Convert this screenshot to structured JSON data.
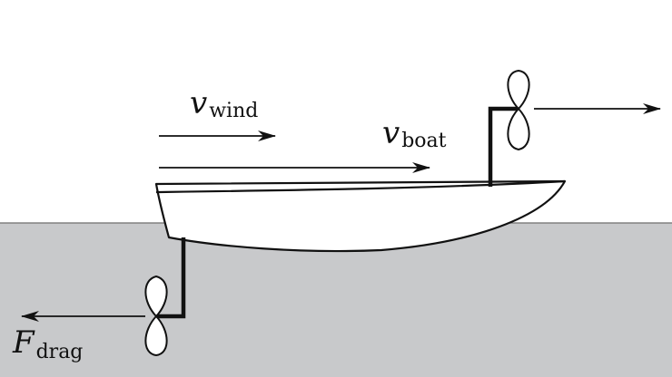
{
  "colors": {
    "water": "#c8c9cb",
    "sky": "#ffffff",
    "ink": "#111111"
  },
  "labels": {
    "v_wind": {
      "symbol": "v",
      "subscript": "wind"
    },
    "v_boat": {
      "symbol": "v",
      "subscript": "boat"
    },
    "f_drag": {
      "symbol": "F",
      "subscript": "drag"
    }
  }
}
